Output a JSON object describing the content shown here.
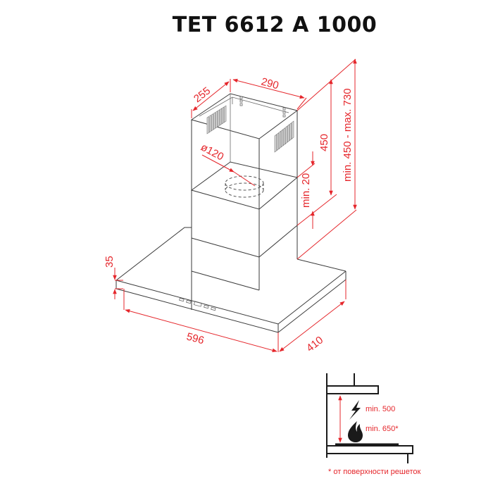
{
  "title": "TET 6612 A 1000",
  "colors": {
    "dimension": "#e5262b",
    "outline": "#3a3a3a",
    "title": "#111111"
  },
  "dimensions": {
    "chimney_depth": "255",
    "chimney_width": "290",
    "duct_diameter": "ø120",
    "upper_chimney_height": "450",
    "overlap": "min. 20",
    "total_height": "min. 450 - max. 730",
    "canopy_thickness": "35",
    "canopy_width": "596",
    "canopy_depth": "410"
  },
  "installation": {
    "electric_min": "min. 500",
    "gas_min": "min. 650*",
    "footnote": "* от поверхности решеток",
    "icons": [
      "lightning-icon",
      "flame-icon"
    ]
  }
}
